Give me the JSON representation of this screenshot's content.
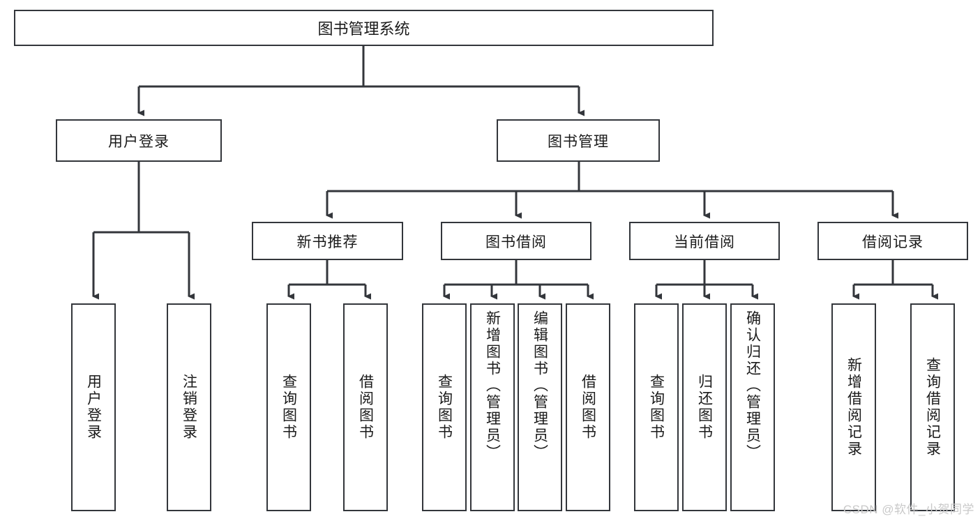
{
  "diagram": {
    "title": "图书管理系统",
    "watermark": "CSDN @软件_小贺同学",
    "root": {
      "id": "root",
      "label": "图书管理系统"
    },
    "level2": [
      {
        "id": "user-login",
        "label": "用户登录"
      },
      {
        "id": "book-manage",
        "label": "图书管理"
      }
    ],
    "level3": [
      {
        "id": "new-book-recommend",
        "label": "新书推荐"
      },
      {
        "id": "book-borrow",
        "label": "图书借阅"
      },
      {
        "id": "current-borrow",
        "label": "当前借阅"
      },
      {
        "id": "borrow-record",
        "label": "借阅记录"
      }
    ],
    "leaves": {
      "user_login": [
        {
          "id": "leaf-user-login",
          "label": "用户登录"
        },
        {
          "id": "leaf-logout-login",
          "label": "注销登录"
        }
      ],
      "new_book_recommend": [
        {
          "id": "leaf-query-book-1",
          "label": "查询图书"
        },
        {
          "id": "leaf-borrow-book-1",
          "label": "借阅图书"
        }
      ],
      "book_borrow": [
        {
          "id": "leaf-query-book-2",
          "label": "查询图书"
        },
        {
          "id": "leaf-add-book-admin",
          "label": "新增图书（管理员）"
        },
        {
          "id": "leaf-edit-book-admin",
          "label": "编辑图书（管理员）"
        },
        {
          "id": "leaf-borrow-book-2",
          "label": "借阅图书"
        }
      ],
      "current_borrow": [
        {
          "id": "leaf-query-book-3",
          "label": "查询图书"
        },
        {
          "id": "leaf-return-book",
          "label": "归还图书"
        },
        {
          "id": "leaf-confirm-return-admin",
          "label": "确认归还（管理员）"
        }
      ],
      "borrow_record": [
        {
          "id": "leaf-add-borrow-record",
          "label": "新增借阅记录"
        },
        {
          "id": "leaf-query-borrow-record",
          "label": "查询借阅记录"
        }
      ]
    },
    "colors": {
      "stroke": "#33363b",
      "background": "#ffffff",
      "text": "#1a1a1a",
      "watermark": "#c9c9c9"
    }
  }
}
